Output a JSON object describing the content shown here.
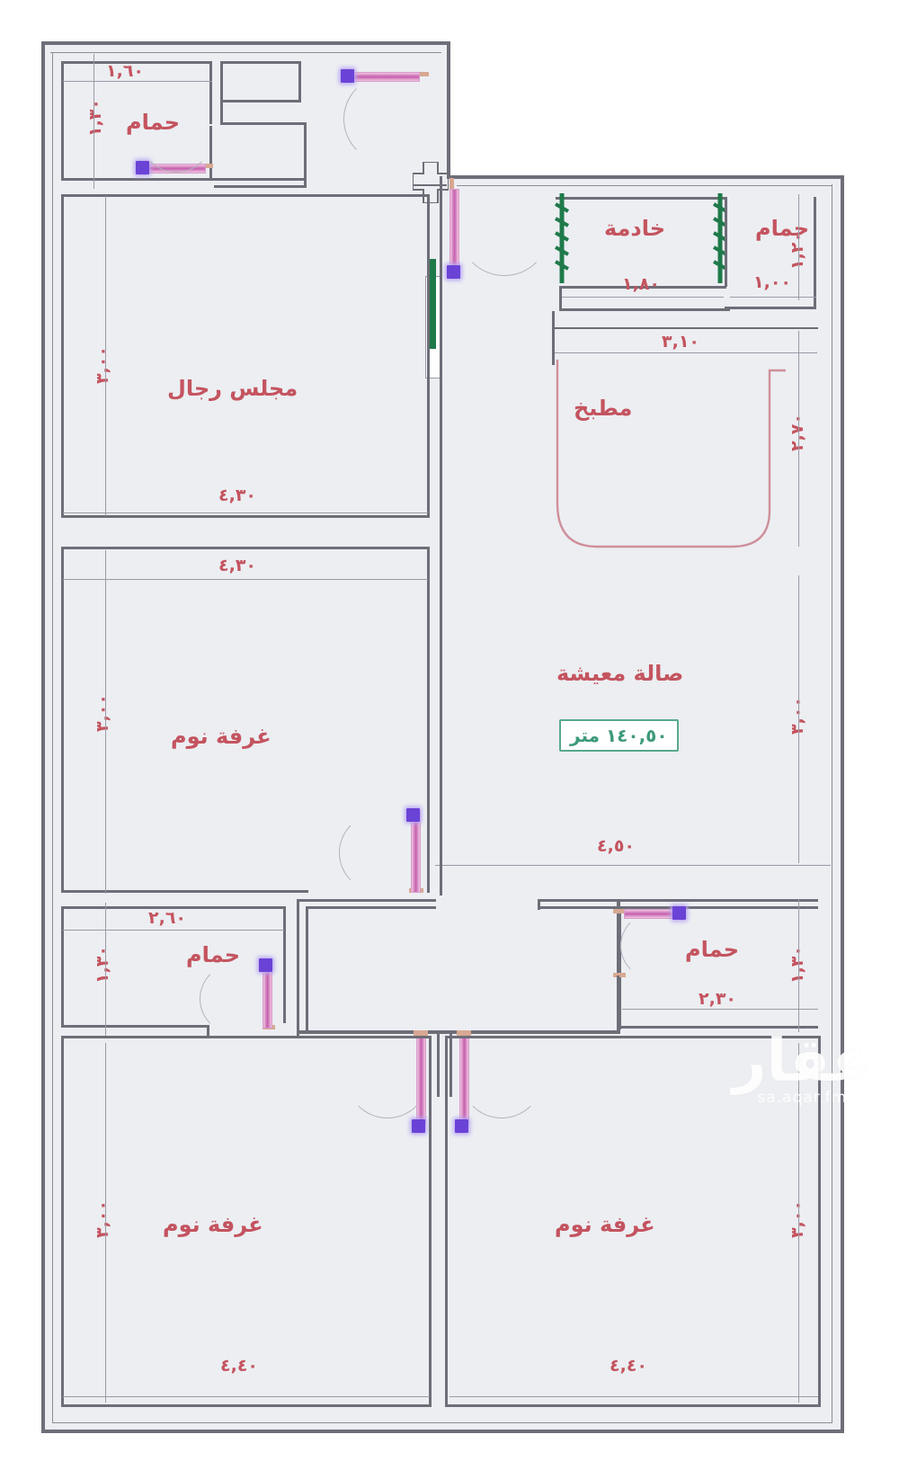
{
  "plan": {
    "type": "architectural-floor-plan",
    "units": "meters",
    "language": "ar"
  },
  "rooms": [
    {
      "id": "bath-top-left",
      "label": "حمام",
      "width": "١,٦٠",
      "height": "١,٣٠"
    },
    {
      "id": "majlis-rijal",
      "label": "مجلس رجال",
      "width": "٤,٣٠",
      "height": "٣,٠٠"
    },
    {
      "id": "bedroom-left-mid",
      "label": "غرفة نوم",
      "width": "٤,٣٠",
      "height": "٣,٠٠"
    },
    {
      "id": "bath-left-lower",
      "label": "حمام",
      "width": "٢,٦٠",
      "height": "١,٣٠"
    },
    {
      "id": "bedroom-bottom-left",
      "label": "غرفة نوم",
      "width": "٤,٤٠",
      "height": "٣,٠٠"
    },
    {
      "id": "bedroom-bottom-right",
      "label": "غرفة نوم",
      "width": "٤,٤٠",
      "height": "٣,٠٠"
    },
    {
      "id": "maid-room",
      "label": "خادمة",
      "width": "١,٨٠",
      "height": "١,٢٠"
    },
    {
      "id": "bath-maid",
      "label": "حمام",
      "width": "١,٠٠",
      "height": "١,٢٠"
    },
    {
      "id": "kitchen",
      "label": "مطبخ",
      "width": "٣,١٠",
      "height": "٢,٧٠"
    },
    {
      "id": "living-hall",
      "label": "صالة معيشة",
      "width": "٤,٥٠",
      "height": "٣,٠٠"
    },
    {
      "id": "bath-right",
      "label": "حمام",
      "width": "٢,٣٠",
      "height": "١,٣٠"
    }
  ],
  "area_badge": {
    "text": "١٤٠,٥٠ متر",
    "color": "#3e9a79"
  },
  "dimensions": {
    "bath_top_left_w": "١,٦٠",
    "bath_top_left_h": "١,٣٠",
    "majlis_w": "٤,٣٠",
    "majlis_h": "٣,٠٠",
    "bedroom_left_w": "٤,٣٠",
    "bedroom_left_h": "٣,٠٠",
    "maid_w": "١,٨٠",
    "maid_h": "١,٢٠",
    "bath_maid_w": "١,٠٠",
    "kitchen_w": "٣,١٠",
    "kitchen_h": "٢,٧٠",
    "living_w": "٤,٥٠",
    "living_h": "٣,٠٠",
    "bath_lower_left_w": "٢,٦٠",
    "bath_lower_left_h": "١,٣٠",
    "bath_right_w": "٢,٣٠",
    "bath_right_h": "١,٣٠",
    "bedroom_bl_w": "٤,٤٠",
    "bedroom_bl_h": "٣,٠٠",
    "bedroom_br_w": "٤,٤٠",
    "bedroom_br_h": "٣,٠٠"
  },
  "watermark": {
    "arabic": "عقار",
    "latin": "sa.aqar.fm"
  },
  "colors": {
    "wall": "#6d6e78",
    "room_fill": "#eceef2",
    "label_text": "#c4545f",
    "dimension_line": "#9a9aa6",
    "area_accent": "#3e9a79",
    "door_leaf": "#c45fae",
    "door_knob": "#6a43d6",
    "shutter_green": "#1f7a4a",
    "counter_pink": "#d79aa4"
  }
}
